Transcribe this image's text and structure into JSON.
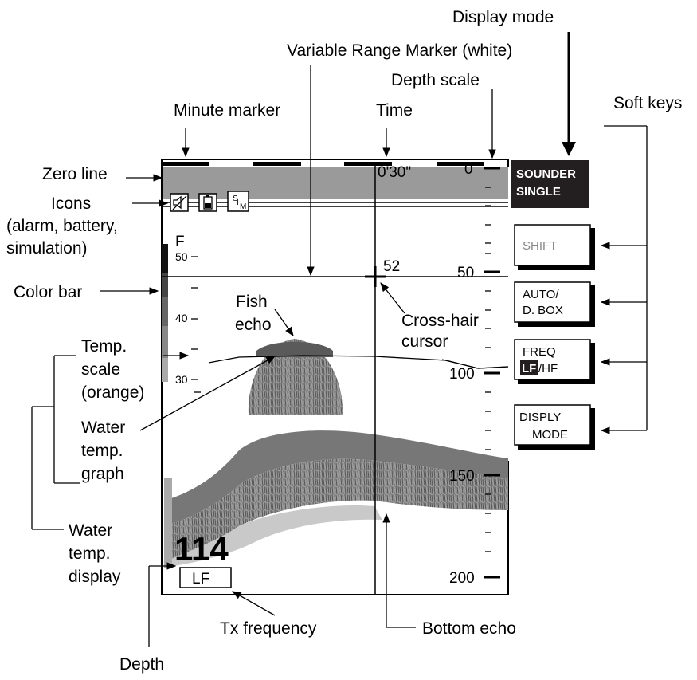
{
  "callouts": {
    "display_mode": "Display mode",
    "vrm": "Variable Range Marker (white)",
    "depth_scale": "Depth scale",
    "minute_marker": "Minute marker",
    "time": "Time",
    "soft_keys": "Soft keys",
    "zero_line": "Zero line",
    "icons_line1": "Icons",
    "icons_line2": "(alarm, battery,",
    "icons_line3": "simulation)",
    "color_bar": "Color bar",
    "fish_echo_line1": "Fish",
    "fish_echo_line2": "echo",
    "cross_hair_line1": "Cross-hair",
    "cross_hair_line2": "cursor",
    "temp_scale_line1": "Temp.",
    "temp_scale_line2": "scale",
    "temp_scale_line3": "(orange)",
    "water_temp_graph_line1": "Water",
    "water_temp_graph_line2": "temp.",
    "water_temp_graph_line3": "graph",
    "water_temp_display_line1": "Water",
    "water_temp_display_line2": "temp.",
    "water_temp_display_line3": "display",
    "tx_frequency": "Tx frequency",
    "bottom_echo": "Bottom echo",
    "depth": "Depth"
  },
  "screen": {
    "time_readout": "0'30\"",
    "cursor_depth": "52",
    "depth_value": "114",
    "tx_freq": "LF",
    "temp_unit": "F",
    "temp_ticks": [
      "50",
      "40",
      "30"
    ],
    "depth_ticks": [
      "0",
      "50",
      "100",
      "150",
      "200"
    ],
    "sim_icon": "SIM"
  },
  "soft_keys": {
    "display_mode_line1": "SOUNDER",
    "display_mode_line2": "SINGLE",
    "shift": "SHIFT",
    "auto_line1": "AUTO/",
    "auto_line2": "D. BOX",
    "freq_line1": "FREQ",
    "freq_lf": "LF",
    "freq_hf": "/HF",
    "disp_line1": "DISPLY",
    "disp_line2": "MODE"
  }
}
